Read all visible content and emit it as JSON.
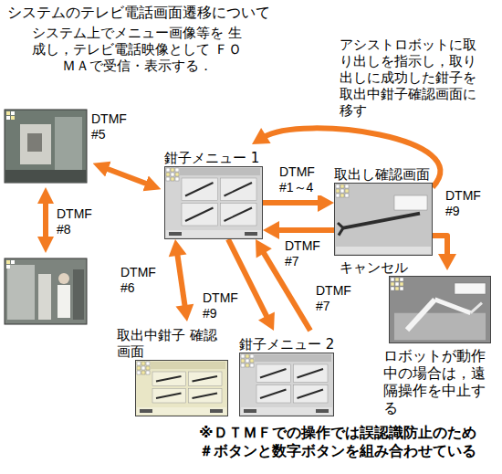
{
  "diagram": {
    "title": "システムのテレビ電話画面遷移について",
    "nodes": [
      {
        "text": [
          "鉗子メニュー 1"
        ]
      },
      {
        "text": [
          "取出し確認画面"
        ]
      },
      {
        "text": [
          "ロボットが動作 中の場合は，遠 隔操作を中止す る"
        ]
      },
      {
        "text": [
          "取出中鉗子 確認画面"
        ]
      },
      {
        "text": [
          "鉗子メニュー 2"
        ]
      }
    ],
    "edges": [
      {
        "from": 0,
        "to": 1,
        "arrow": "to",
        "label": "DTMF #1～4"
      },
      {
        "from": 1,
        "to": 0,
        "arrow": "to",
        "label": "DTMF #7"
      },
      {
        "from": 1,
        "to": 0,
        "arrow": "to"
      },
      {
        "from": 1,
        "to": 2,
        "arrow": "to",
        "label": "DTMF #9"
      },
      {
        "from": 0,
        "to": 3,
        "arrow": "both",
        "label": "DTMF #6"
      },
      {
        "from": 0,
        "to": 4,
        "arrow": "to",
        "label": "DTMF #9"
      },
      {
        "from": 4,
        "to": 0,
        "arrow": "to",
        "label": "DTMF #7"
      }
    ],
    "labels": [
      "システム上でメニュー画像等を 生成し，テレビ電話映像として ＦＯＭＡで受信・表示する．",
      "アシストロボットに取 り出しを指示し，取り 出しに成功した鉗子を 取出中鉗子確認画面に 移す",
      "DTMF #5",
      "DTMF #8",
      "キャンセル",
      "※ＤＴＭＦでの操作では誤認識防止のため ＃ボタンと数字ボタンを組み合わせている"
    ]
  }
}
